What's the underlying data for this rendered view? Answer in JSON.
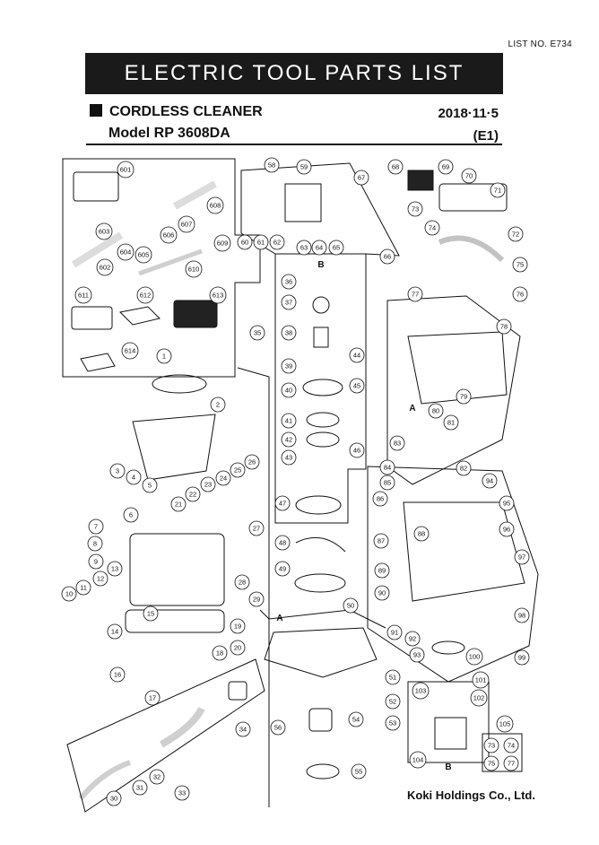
{
  "header": {
    "list_no": "LIST NO. E734",
    "title": "ELECTRIC TOOL PARTS LIST",
    "product": "CORDLESS CLEANER",
    "model": "Model RP 3608DA",
    "date": "2018·11·5",
    "edition": "(E1)"
  },
  "footer": {
    "company": "Koki Holdings Co., Ltd."
  },
  "labels": {
    "A_top": "A",
    "A_bottom": "A",
    "B_top": "B",
    "B_bottom": "B"
  },
  "parts": [
    "601",
    "602",
    "603",
    "604",
    "605",
    "606",
    "607",
    "608",
    "609",
    "610",
    "611",
    "612",
    "613",
    "614",
    "1",
    "2",
    "3",
    "4",
    "5",
    "6",
    "7",
    "8",
    "9",
    "10",
    "11",
    "12",
    "13",
    "14",
    "15",
    "16",
    "17",
    "18",
    "19",
    "20",
    "21",
    "22",
    "23",
    "24",
    "25",
    "26",
    "27",
    "28",
    "29",
    "30",
    "31",
    "32",
    "33",
    "34",
    "35",
    "36",
    "37",
    "38",
    "39",
    "40",
    "41",
    "42",
    "43",
    "44",
    "45",
    "46",
    "47",
    "48",
    "49",
    "50",
    "51",
    "52",
    "53",
    "54",
    "55",
    "56",
    "58",
    "59",
    "60",
    "61",
    "62",
    "63",
    "64",
    "65",
    "66",
    "67",
    "68",
    "69",
    "70",
    "71",
    "72",
    "73",
    "74",
    "75",
    "76",
    "77",
    "78",
    "79",
    "80",
    "81",
    "82",
    "83",
    "84",
    "85",
    "86",
    "87",
    "88",
    "89",
    "90",
    "91",
    "92",
    "93",
    "94",
    "95",
    "96",
    "97",
    "98",
    "99",
    "100",
    "101",
    "102",
    "103",
    "104",
    "105"
  ]
}
